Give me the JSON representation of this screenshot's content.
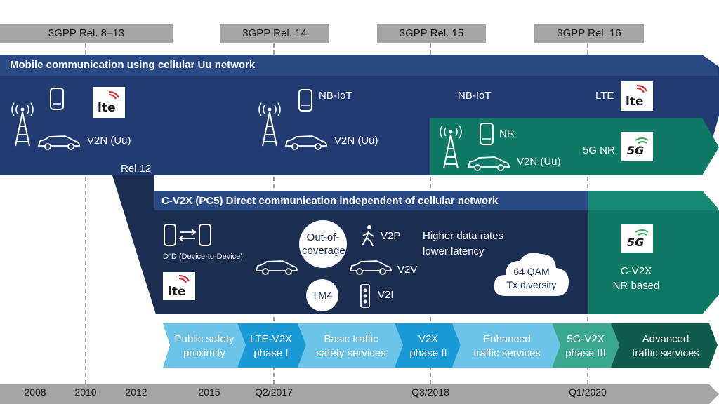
{
  "releases": [
    "3GPP Rel. 8–13",
    "3GPP Rel. 14",
    "3GPP Rel. 15",
    "3GPP Rel. 16"
  ],
  "uu_band": {
    "title": "Mobile communication using cellular Uu network",
    "v2n_left": "V2N (Uu)",
    "nbiot_1": "NB-IoT",
    "v2n_mid": "V2N (Uu)",
    "nbiot_2": "NB-IoT",
    "lte_label": "LTE",
    "nr_label": "NR",
    "v2n_nr": "V2N (Uu)",
    "fivegnr_label": "5G NR",
    "rel12": "Rel.12"
  },
  "pc5_band": {
    "title": "C-V2X (PC5) Direct communication independent of cellular network",
    "d2d": "D\"D (Device-to-Device)",
    "out_of_coverage": "Out-of-coverage",
    "tm4": "TM4",
    "v2p": "V2P",
    "v2v": "V2V",
    "v2i": "V2I",
    "higher_data": "Higher data rates",
    "lower_latency": "lower latency",
    "qam_line1": "64 QAM",
    "qam_line2": "Tx diversity",
    "cv2x_line1": "C-V2X",
    "cv2x_line2": "NR based"
  },
  "logos": {
    "lte": "lte",
    "fiveg": "5G"
  },
  "phases": [
    {
      "line1": "Public safety",
      "line2": "proximity"
    },
    {
      "line1": "LTE-V2X",
      "line2": "phase I"
    },
    {
      "line1": "Basic traffic",
      "line2": "safety services"
    },
    {
      "line1": "V2X",
      "line2": "phase II"
    },
    {
      "line1": "Enhanced",
      "line2": "traffic services"
    },
    {
      "line1": "5G-V2X",
      "line2": "phase III"
    },
    {
      "line1": "Advanced",
      "line2": "traffic services"
    }
  ],
  "years": [
    "2008",
    "2010",
    "2012",
    "2015",
    "Q2/2017",
    "Q3/2018",
    "Q1/2020"
  ],
  "colors": {
    "navy": "#1c2d52",
    "uu_band": "#223c72",
    "green": "#0e7a66",
    "light_blue": "#6cc4e8",
    "mid_blue": "#1a9ad6",
    "dark_green": "#0f5c4c",
    "gray": "#a3a6a8"
  },
  "icons": [
    "cell-tower-icon",
    "phone-icon",
    "car-icon",
    "pedestrian-icon",
    "traffic-light-icon",
    "d2d-arrows-icon"
  ]
}
